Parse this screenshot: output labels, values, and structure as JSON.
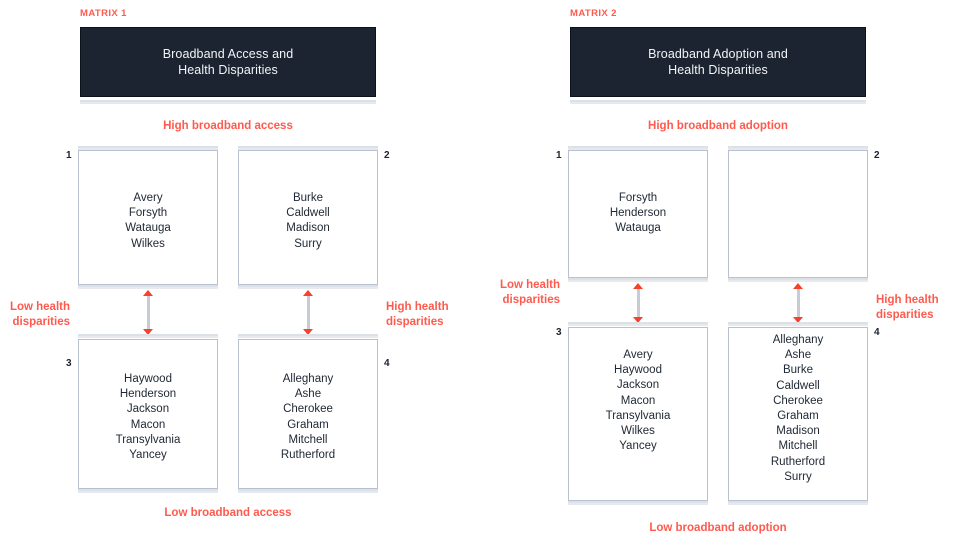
{
  "page": {
    "accent_red": "#ff5a4d",
    "arrow_red": "#f8402a",
    "title_bg": "#1b2430",
    "rail_gray": "#b9c0cf",
    "text_dark": "#1e2733"
  },
  "matrices": [
    {
      "eyebrow": "MATRIX 1",
      "title": "Broadband Access and\nHealth Disparities",
      "axis_top": "High broadband access",
      "axis_bottom": "Low broadband access",
      "axis_left": "Low health\ndisparities",
      "axis_right": "High health\ndisparities",
      "quadrants": [
        {
          "number": "1",
          "counties": [
            "Avery",
            "Forsyth",
            "Watauga",
            "Wilkes"
          ]
        },
        {
          "number": "2",
          "counties": [
            "Burke",
            "Caldwell",
            "Madison",
            "Surry"
          ]
        },
        {
          "number": "3",
          "counties": [
            "Haywood",
            "Henderson",
            "Jackson",
            "Macon",
            "Transylvania",
            "Yancey"
          ]
        },
        {
          "number": "4",
          "counties": [
            "Alleghany",
            "Ashe",
            "Cherokee",
            "Graham",
            "Mitchell",
            "Rutherford"
          ]
        }
      ]
    },
    {
      "eyebrow": "MATRIX 2",
      "title": "Broadband Adoption and\nHealth Disparities",
      "axis_top": "High broadband adoption",
      "axis_bottom": "Low broadband adoption",
      "axis_left": "Low health\ndisparities",
      "axis_right": "High health\ndisparities",
      "quadrants": [
        {
          "number": "1",
          "counties": [
            "Forsyth",
            "Henderson",
            "Watauga"
          ]
        },
        {
          "number": "2",
          "counties": []
        },
        {
          "number": "3",
          "counties": [
            "Avery",
            "Haywood",
            "Jackson",
            "Macon",
            "Transylvania",
            "Wilkes",
            "Yancey"
          ]
        },
        {
          "number": "4",
          "counties": [
            "Alleghany",
            "Ashe",
            "Burke",
            "Caldwell",
            "Cherokee",
            "Graham",
            "Madison",
            "Mitchell",
            "Rutherford",
            "Surry"
          ]
        }
      ]
    }
  ]
}
